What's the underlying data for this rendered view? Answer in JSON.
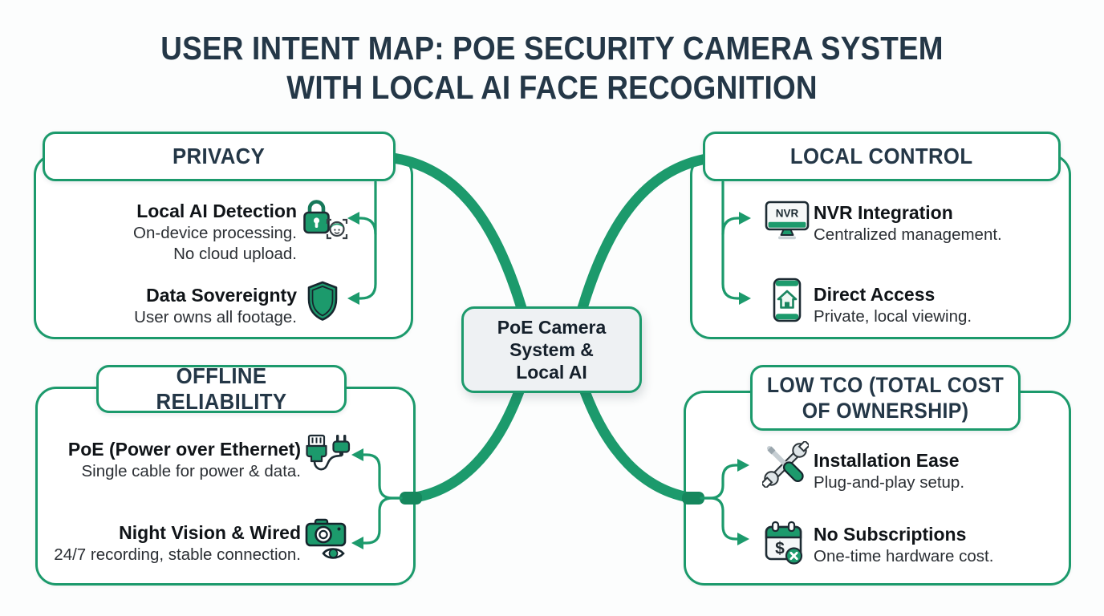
{
  "title": {
    "line1": "USER INTENT MAP: POE SECURITY CAMERA SYSTEM",
    "line2": "WITH LOCAL AI FACE RECOGNITION"
  },
  "center_node": {
    "lines": [
      "PoE Camera",
      "System &",
      "Local AI"
    ]
  },
  "colors": {
    "green": "#1c9a6c",
    "green_dark": "#15875d",
    "navy": "#243747",
    "item_title_text": "#101418",
    "desc_text": "#2b2f34",
    "center_fill": "#eef1f3",
    "background": "#fcfdfd"
  },
  "icon_labels": {
    "nvr": "NVR",
    "dollar": "$"
  },
  "branches": [
    {
      "id": "privacy",
      "title": "PRIVACY",
      "position": "top-left",
      "items": [
        {
          "title": "Local AI Detection",
          "desc_lines": [
            "On-device processing.",
            "No cloud upload."
          ],
          "icon": "lock-face-scan"
        },
        {
          "title": "Data Sovereignty",
          "desc_lines": [
            "User owns all footage."
          ],
          "icon": "shield"
        }
      ]
    },
    {
      "id": "local-control",
      "title": "LOCAL CONTROL",
      "position": "top-right",
      "items": [
        {
          "title": "NVR Integration",
          "desc_lines": [
            "Centralized management."
          ],
          "icon": "nvr-monitor"
        },
        {
          "title": "Direct Access",
          "desc_lines": [
            "Private, local viewing."
          ],
          "icon": "smartphone-home"
        }
      ]
    },
    {
      "id": "offline-reliability",
      "title": "OFFLINE RELIABILITY",
      "position": "bottom-left",
      "items": [
        {
          "title": "PoE (Power over Ethernet)",
          "desc_lines": [
            "Single cable for power & data."
          ],
          "icon": "ethernet-power-plug"
        },
        {
          "title": "Night Vision & Wired",
          "desc_lines": [
            "24/7 recording, stable connection."
          ],
          "icon": "camera-eye"
        }
      ]
    },
    {
      "id": "low-tco",
      "title": "LOW TCO (TOTAL COST OF OWNERSHIP)",
      "title_lines": [
        "LOW TCO (TOTAL COST",
        "OF OWNERSHIP)"
      ],
      "position": "bottom-right",
      "items": [
        {
          "title": "Installation Ease",
          "desc_lines": [
            "Plug-and-play setup."
          ],
          "icon": "crossed-tools"
        },
        {
          "title": "No Subscriptions",
          "desc_lines": [
            "One-time hardware cost."
          ],
          "icon": "calendar-no-fee"
        }
      ]
    }
  ]
}
